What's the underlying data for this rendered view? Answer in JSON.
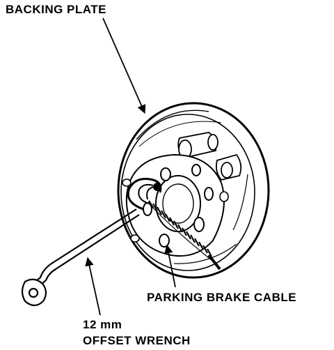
{
  "labels": {
    "backing_plate": "BACKING PLATE",
    "parking_brake_cable": "PARKING BRAKE CABLE",
    "wrench_size": "12 mm",
    "wrench_name": "OFFSET WRENCH"
  },
  "colors": {
    "ink": "#000000",
    "background": "#ffffff"
  }
}
